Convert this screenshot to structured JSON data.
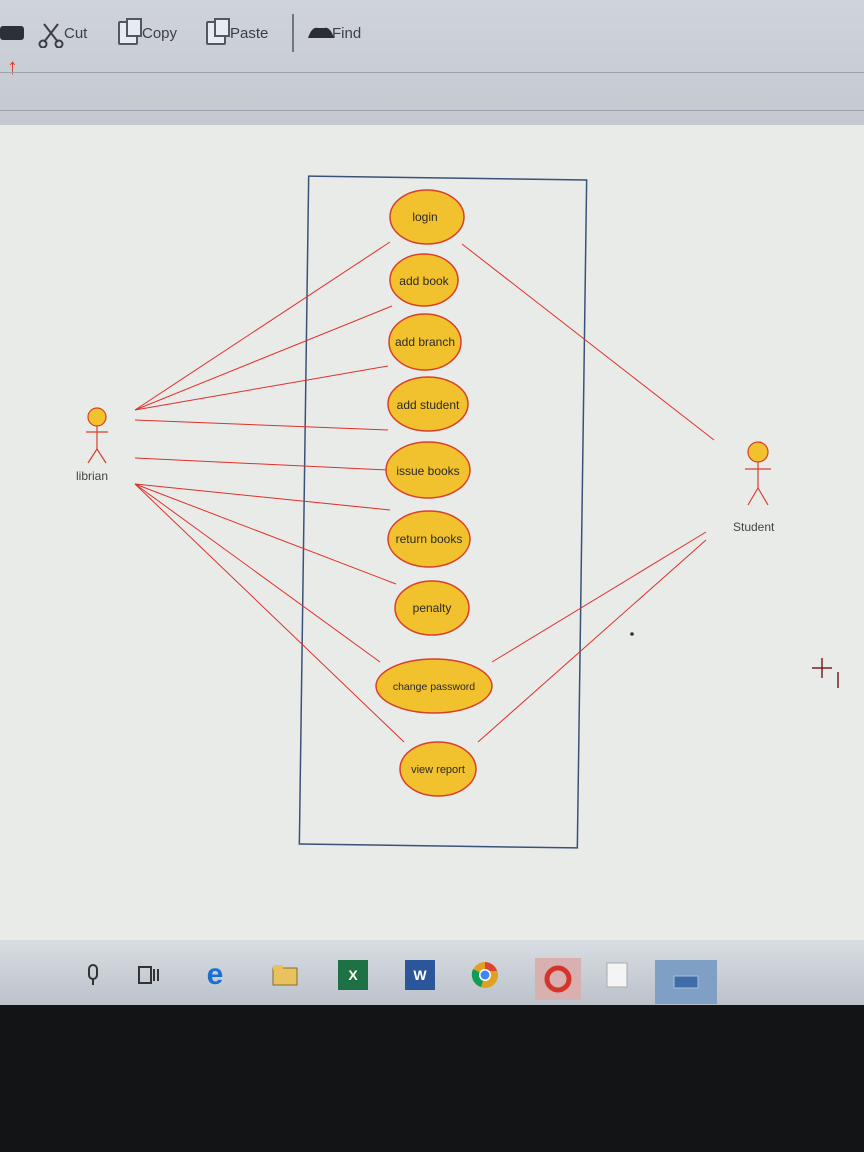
{
  "toolbar": {
    "cut_label": "Cut",
    "copy_label": "Copy",
    "paste_label": "Paste",
    "find_label": "Find"
  },
  "diagram": {
    "actors": {
      "librarian": "librian",
      "student": "Student"
    },
    "use_cases": [
      "login",
      "add book",
      "add branch",
      "add student",
      "issue books",
      "return books",
      "penalty",
      "change password",
      "view report"
    ],
    "colors": {
      "line": "#e0312a",
      "ellipse_fill": "#f2c12e",
      "ellipse_stroke": "#d8402b",
      "boundary": "#3b5278"
    }
  },
  "taskbar": {
    "icons": [
      "microphone-icon",
      "task-view-icon",
      "edge-icon",
      "file-explorer-icon",
      "excel-icon",
      "word-icon",
      "chrome-icon",
      "red-app-icon",
      "white-app-icon",
      "window-icon"
    ],
    "excel_letter": "X",
    "word_letter": "W",
    "edge_letter": "e"
  }
}
